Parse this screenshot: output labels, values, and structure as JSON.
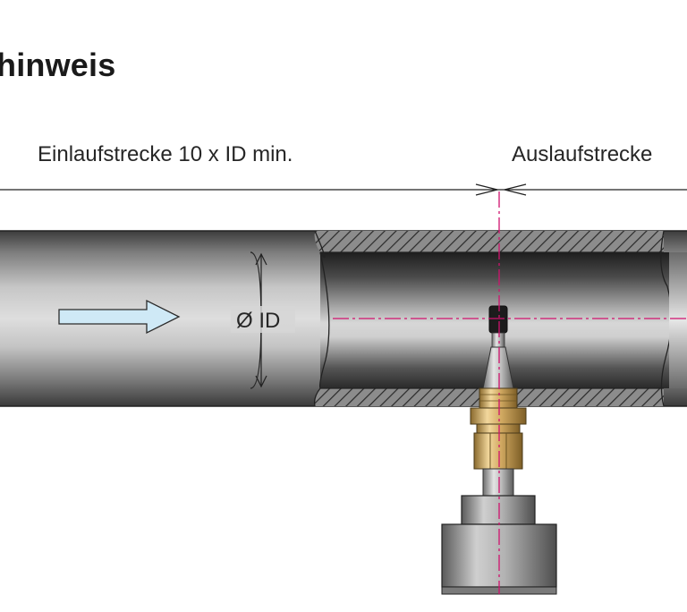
{
  "heading": "hinweis",
  "labels": {
    "inlet": "Einlaufstrecke 10 x ID min.",
    "outlet": "Auslaufstrecke",
    "diameter": "Ø ID"
  },
  "colors": {
    "pipe_dark": "#3c3c3c",
    "pipe_light": "#d4d4d4",
    "flow_arrow": "#cfe9f6",
    "centerline": "#d0126e",
    "fitting_brass": "#c9a35d",
    "sensor_body": "#a3a3a3"
  },
  "icons": {
    "flow_direction": "arrow-right-icon"
  }
}
